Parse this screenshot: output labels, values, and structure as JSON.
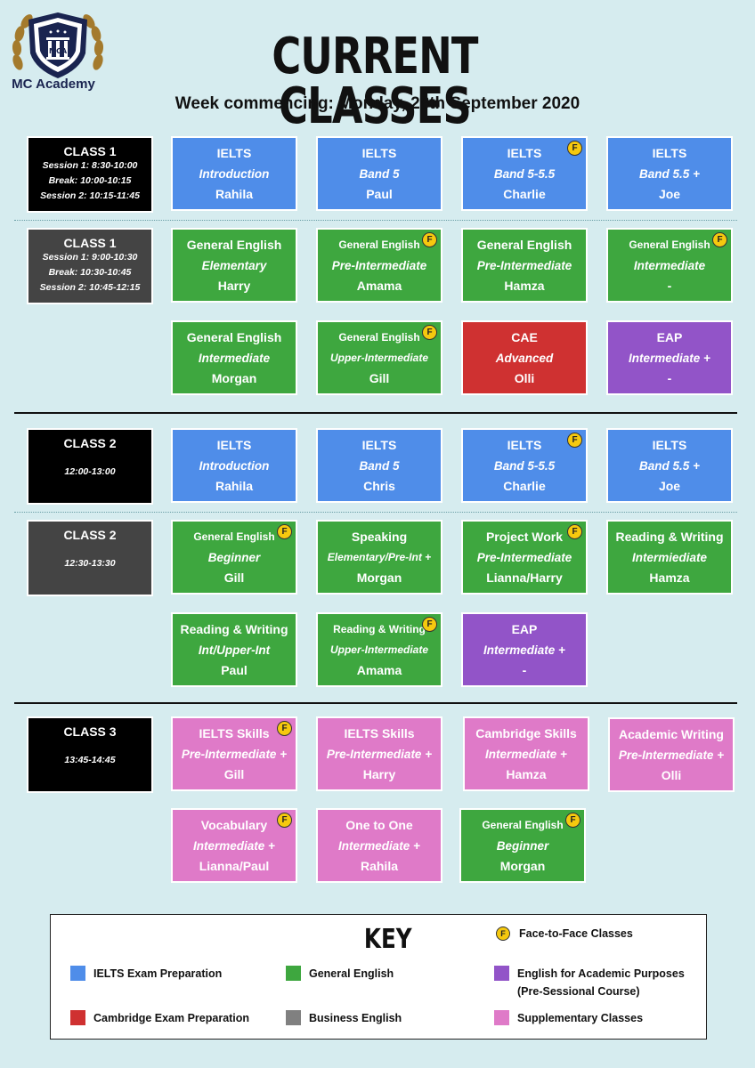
{
  "header": {
    "logo_name": "MC Academy",
    "logo_mark": "MCA",
    "title": "CURRENT CLASSES",
    "subtitle": "Week commencing: Monday, 28th September 2020"
  },
  "colors": {
    "ielts": "#4f8de9",
    "general_english": "#3ea73f",
    "cambridge": "#cf3131",
    "eap": "#9254c8",
    "supplementary": "#df7ac8",
    "business": "#808080",
    "face_to_face": "#f6c90e"
  },
  "sections": {
    "s1": {
      "title": "CLASS 1",
      "lines": [
        "Session 1: 8:30-10:00",
        "Break: 10:00-10:15",
        "Session 2: 10:15-11:45"
      ]
    },
    "s2": {
      "title": "CLASS 1",
      "lines": [
        "Session 1: 9:00-10:30",
        "Break: 10:30-10:45",
        "Session 2: 10:45-12:15"
      ]
    },
    "s3": {
      "title": "CLASS 2",
      "time": "12:00-13:00"
    },
    "s4": {
      "title": "CLASS 2",
      "time": "12:30-13:30"
    },
    "s5": {
      "title": "CLASS 3",
      "time": "13:45-14:45"
    }
  },
  "face_to_face_marker": "F",
  "cards": {
    "c1": {
      "l1": "IELTS",
      "l2": "Introduction",
      "l3": "Rahila"
    },
    "c2": {
      "l1": "IELTS",
      "l2": "Band 5",
      "l3": "Paul"
    },
    "c3": {
      "l1": "IELTS",
      "l2": "Band 5-5.5",
      "l3": "Charlie"
    },
    "c4": {
      "l1": "IELTS",
      "l2": "Band 5.5 +",
      "l3": "Joe"
    },
    "c5": {
      "l1": "General English",
      "l2": "Elementary",
      "l3": "Harry"
    },
    "c6": {
      "l1": "General English",
      "l2": "Pre-Intermediate",
      "l3": "Amama"
    },
    "c7": {
      "l1": "General English",
      "l2": "Pre-Intermediate",
      "l3": "Hamza"
    },
    "c8": {
      "l1": "General English",
      "l2": "Intermediate",
      "l3": "-"
    },
    "c9": {
      "l1": "General English",
      "l2": "Intermediate",
      "l3": "Morgan"
    },
    "c10": {
      "l1": "General English",
      "l2": "Upper-Intermediate",
      "l3": "Gill"
    },
    "c11": {
      "l1": "CAE",
      "l2": "Advanced",
      "l3": "Olli"
    },
    "c12": {
      "l1": "EAP",
      "l2": "Intermediate +",
      "l3": "-"
    },
    "c13": {
      "l1": "IELTS",
      "l2": "Introduction",
      "l3": "Rahila"
    },
    "c14": {
      "l1": "IELTS",
      "l2": "Band 5",
      "l3": "Chris"
    },
    "c15": {
      "l1": "IELTS",
      "l2": "Band 5-5.5",
      "l3": "Charlie"
    },
    "c16": {
      "l1": "IELTS",
      "l2": "Band 5.5 +",
      "l3": "Joe"
    },
    "c17": {
      "l1": "General English",
      "l2": "Beginner",
      "l3": "Gill"
    },
    "c18": {
      "l1": "Speaking",
      "l2": "Elementary/Pre-Int +",
      "l3": "Morgan"
    },
    "c19": {
      "l1": "Project Work",
      "l2": "Pre-Intermediate",
      "l3": "Lianna/Harry"
    },
    "c20": {
      "l1": "Reading & Writing",
      "l2": "Intermiediate",
      "l3": "Hamza"
    },
    "c21": {
      "l1": "Reading & Writing",
      "l2": "Int/Upper-Int",
      "l3": "Paul"
    },
    "c22": {
      "l1": "Reading & Writing",
      "l2": "Upper-Intermediate",
      "l3": "Amama"
    },
    "c23": {
      "l1": "EAP",
      "l2": "Intermediate +",
      "l3": "-"
    },
    "c24": {
      "l1": "IELTS Skills",
      "l2": "Pre-Intermediate +",
      "l3": "Gill"
    },
    "c25": {
      "l1": "IELTS Skills",
      "l2": "Pre-Intermediate +",
      "l3": "Harry"
    },
    "c26": {
      "l1": "Cambridge Skills",
      "l2": "Intermediate +",
      "l3": "Hamza"
    },
    "c27": {
      "l1": "Academic Writing",
      "l2": "Pre-Intermediate +",
      "l3": "Olli"
    },
    "c28": {
      "l1": "Vocabulary",
      "l2": "Intermediate +",
      "l3": "Lianna/Paul"
    },
    "c29": {
      "l1": "One to One",
      "l2": "Intermediate +",
      "l3": "Rahila"
    },
    "c30": {
      "l1": "General English",
      "l2": "Beginner",
      "l3": "Morgan"
    }
  },
  "key": {
    "title": "KEY",
    "face_to_face": "Face-to-Face Classes",
    "ielts": "IELTS Exam Preparation",
    "general_english": "General English",
    "eap_line1": "English for Academic Purposes",
    "eap_line2": "(Pre-Sessional Course)",
    "cambridge": "Cambridge Exam Preparation",
    "business": "Business English",
    "supplementary": "Supplementary Classes"
  }
}
